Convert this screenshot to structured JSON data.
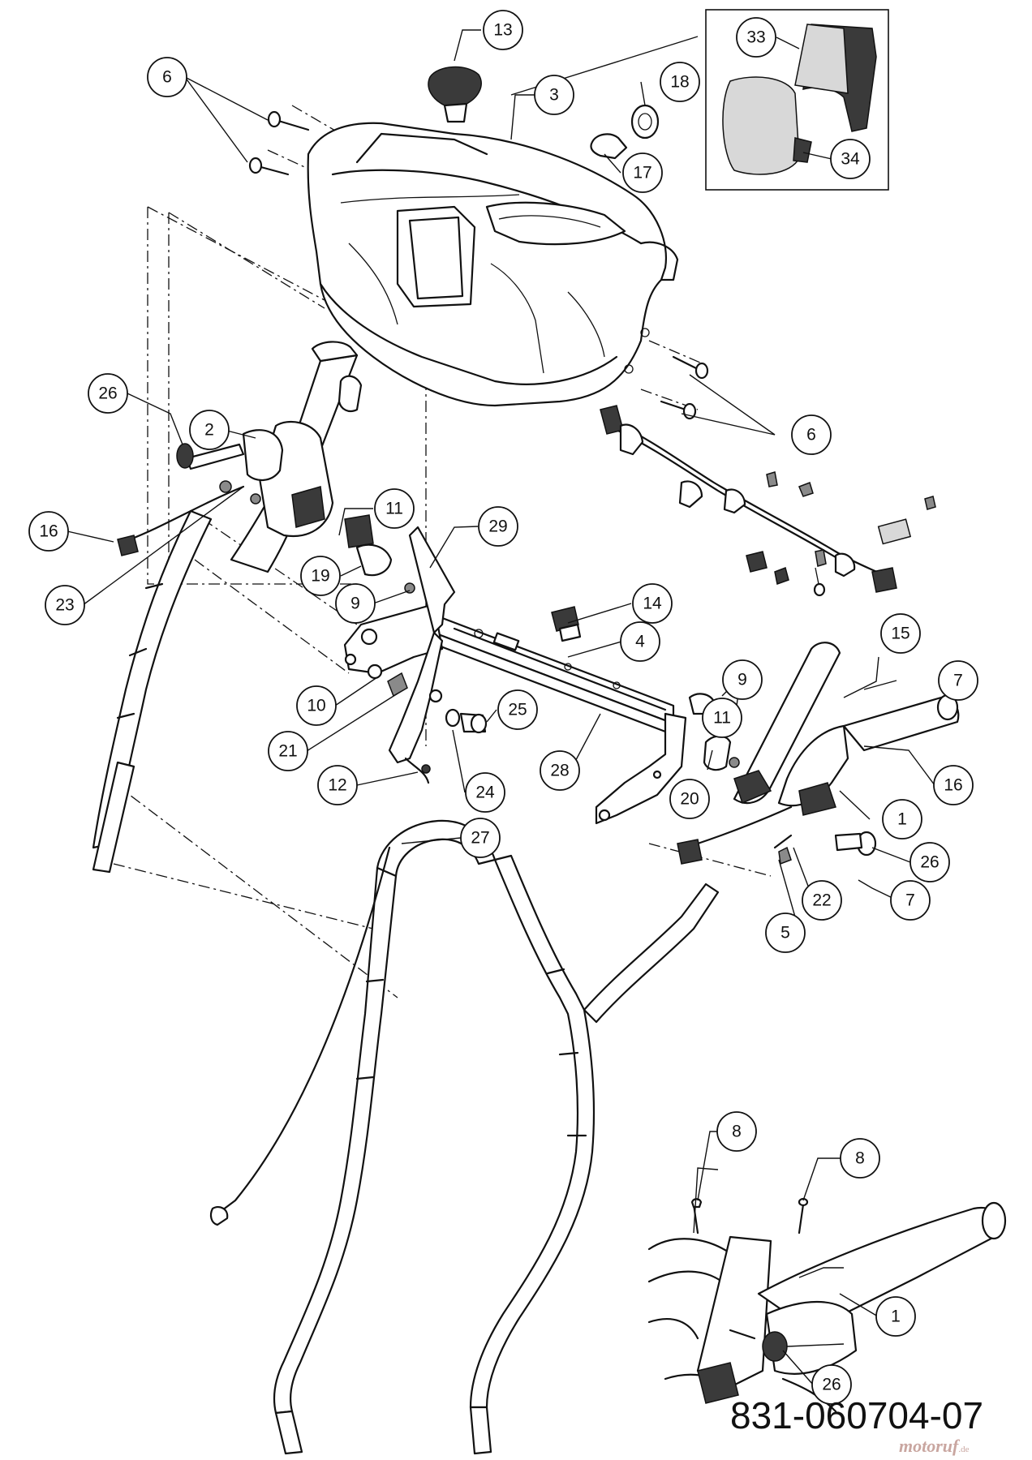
{
  "diagram": {
    "part_number": "831-060704-07",
    "watermark": "motoruf",
    "watermark_suffix": ".de",
    "callout_labels": [
      "1",
      "2",
      "3",
      "4",
      "5",
      "6",
      "7",
      "8",
      "9",
      "10",
      "11",
      "12",
      "13",
      "14",
      "15",
      "16",
      "17",
      "18",
      "19",
      "20",
      "21",
      "22",
      "23",
      "24",
      "25",
      "26",
      "27",
      "28",
      "29",
      "33",
      "34"
    ]
  }
}
